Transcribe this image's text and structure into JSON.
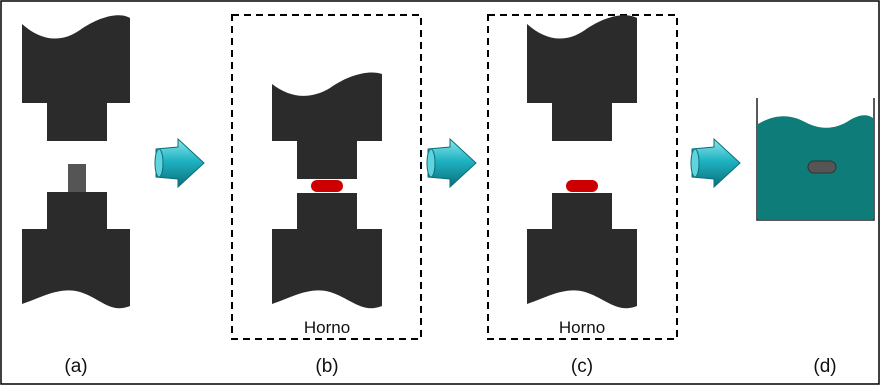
{
  "panels": {
    "a": {
      "caption": "(a)"
    },
    "b": {
      "caption": "(b)",
      "box_label": "Horno"
    },
    "c": {
      "caption": "(c)",
      "box_label": "Horno"
    },
    "d": {
      "caption": "(d)"
    }
  },
  "colors": {
    "die": "#2b2b2b",
    "billet_cold": "#555555",
    "billet_hot": "#cc0000",
    "arrow": "#1fb3c2",
    "quench_bath": "#0e7c78",
    "border": "#000000"
  },
  "icons": {
    "arrow": "right-arrow-icon"
  }
}
